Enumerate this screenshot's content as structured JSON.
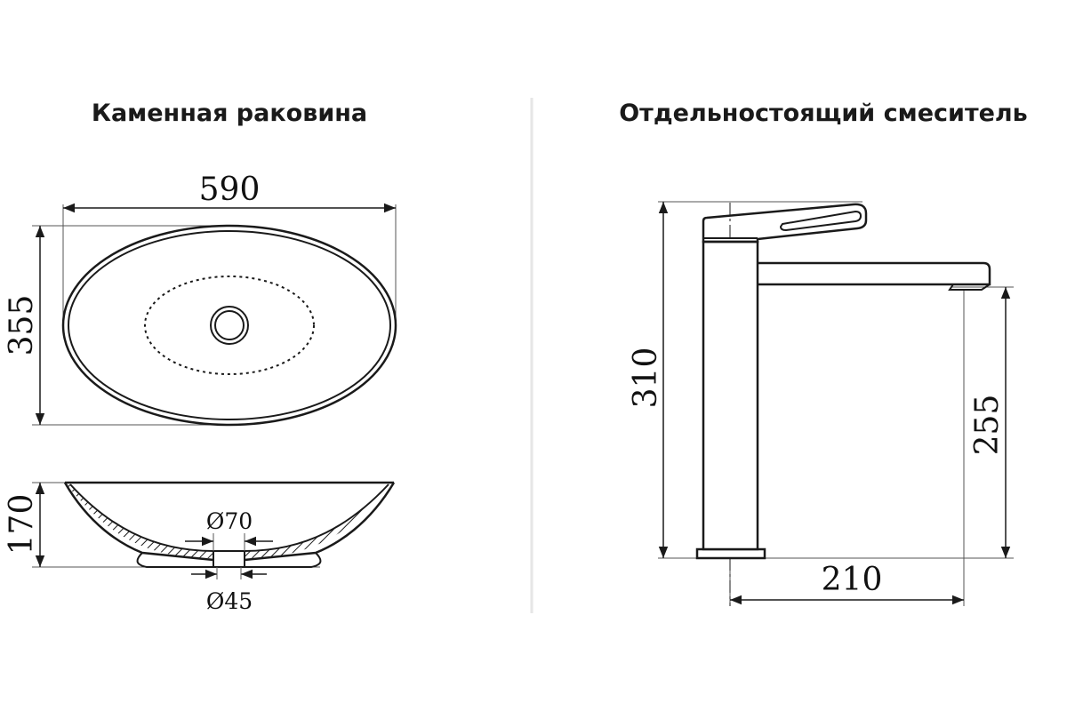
{
  "sink": {
    "title": "Каменная раковина",
    "width_label": "590",
    "depth_label": "355",
    "height_label": "170",
    "outer_diameter_label": "Ø70",
    "drain_diameter_label": "Ø45"
  },
  "faucet": {
    "title": "Отдельностоящий смеситель",
    "height_label": "310",
    "spout_height_label": "255",
    "spout_reach_label": "210"
  },
  "colors": {
    "line": "#1a1a1a",
    "divider": "#e6e6e6"
  }
}
